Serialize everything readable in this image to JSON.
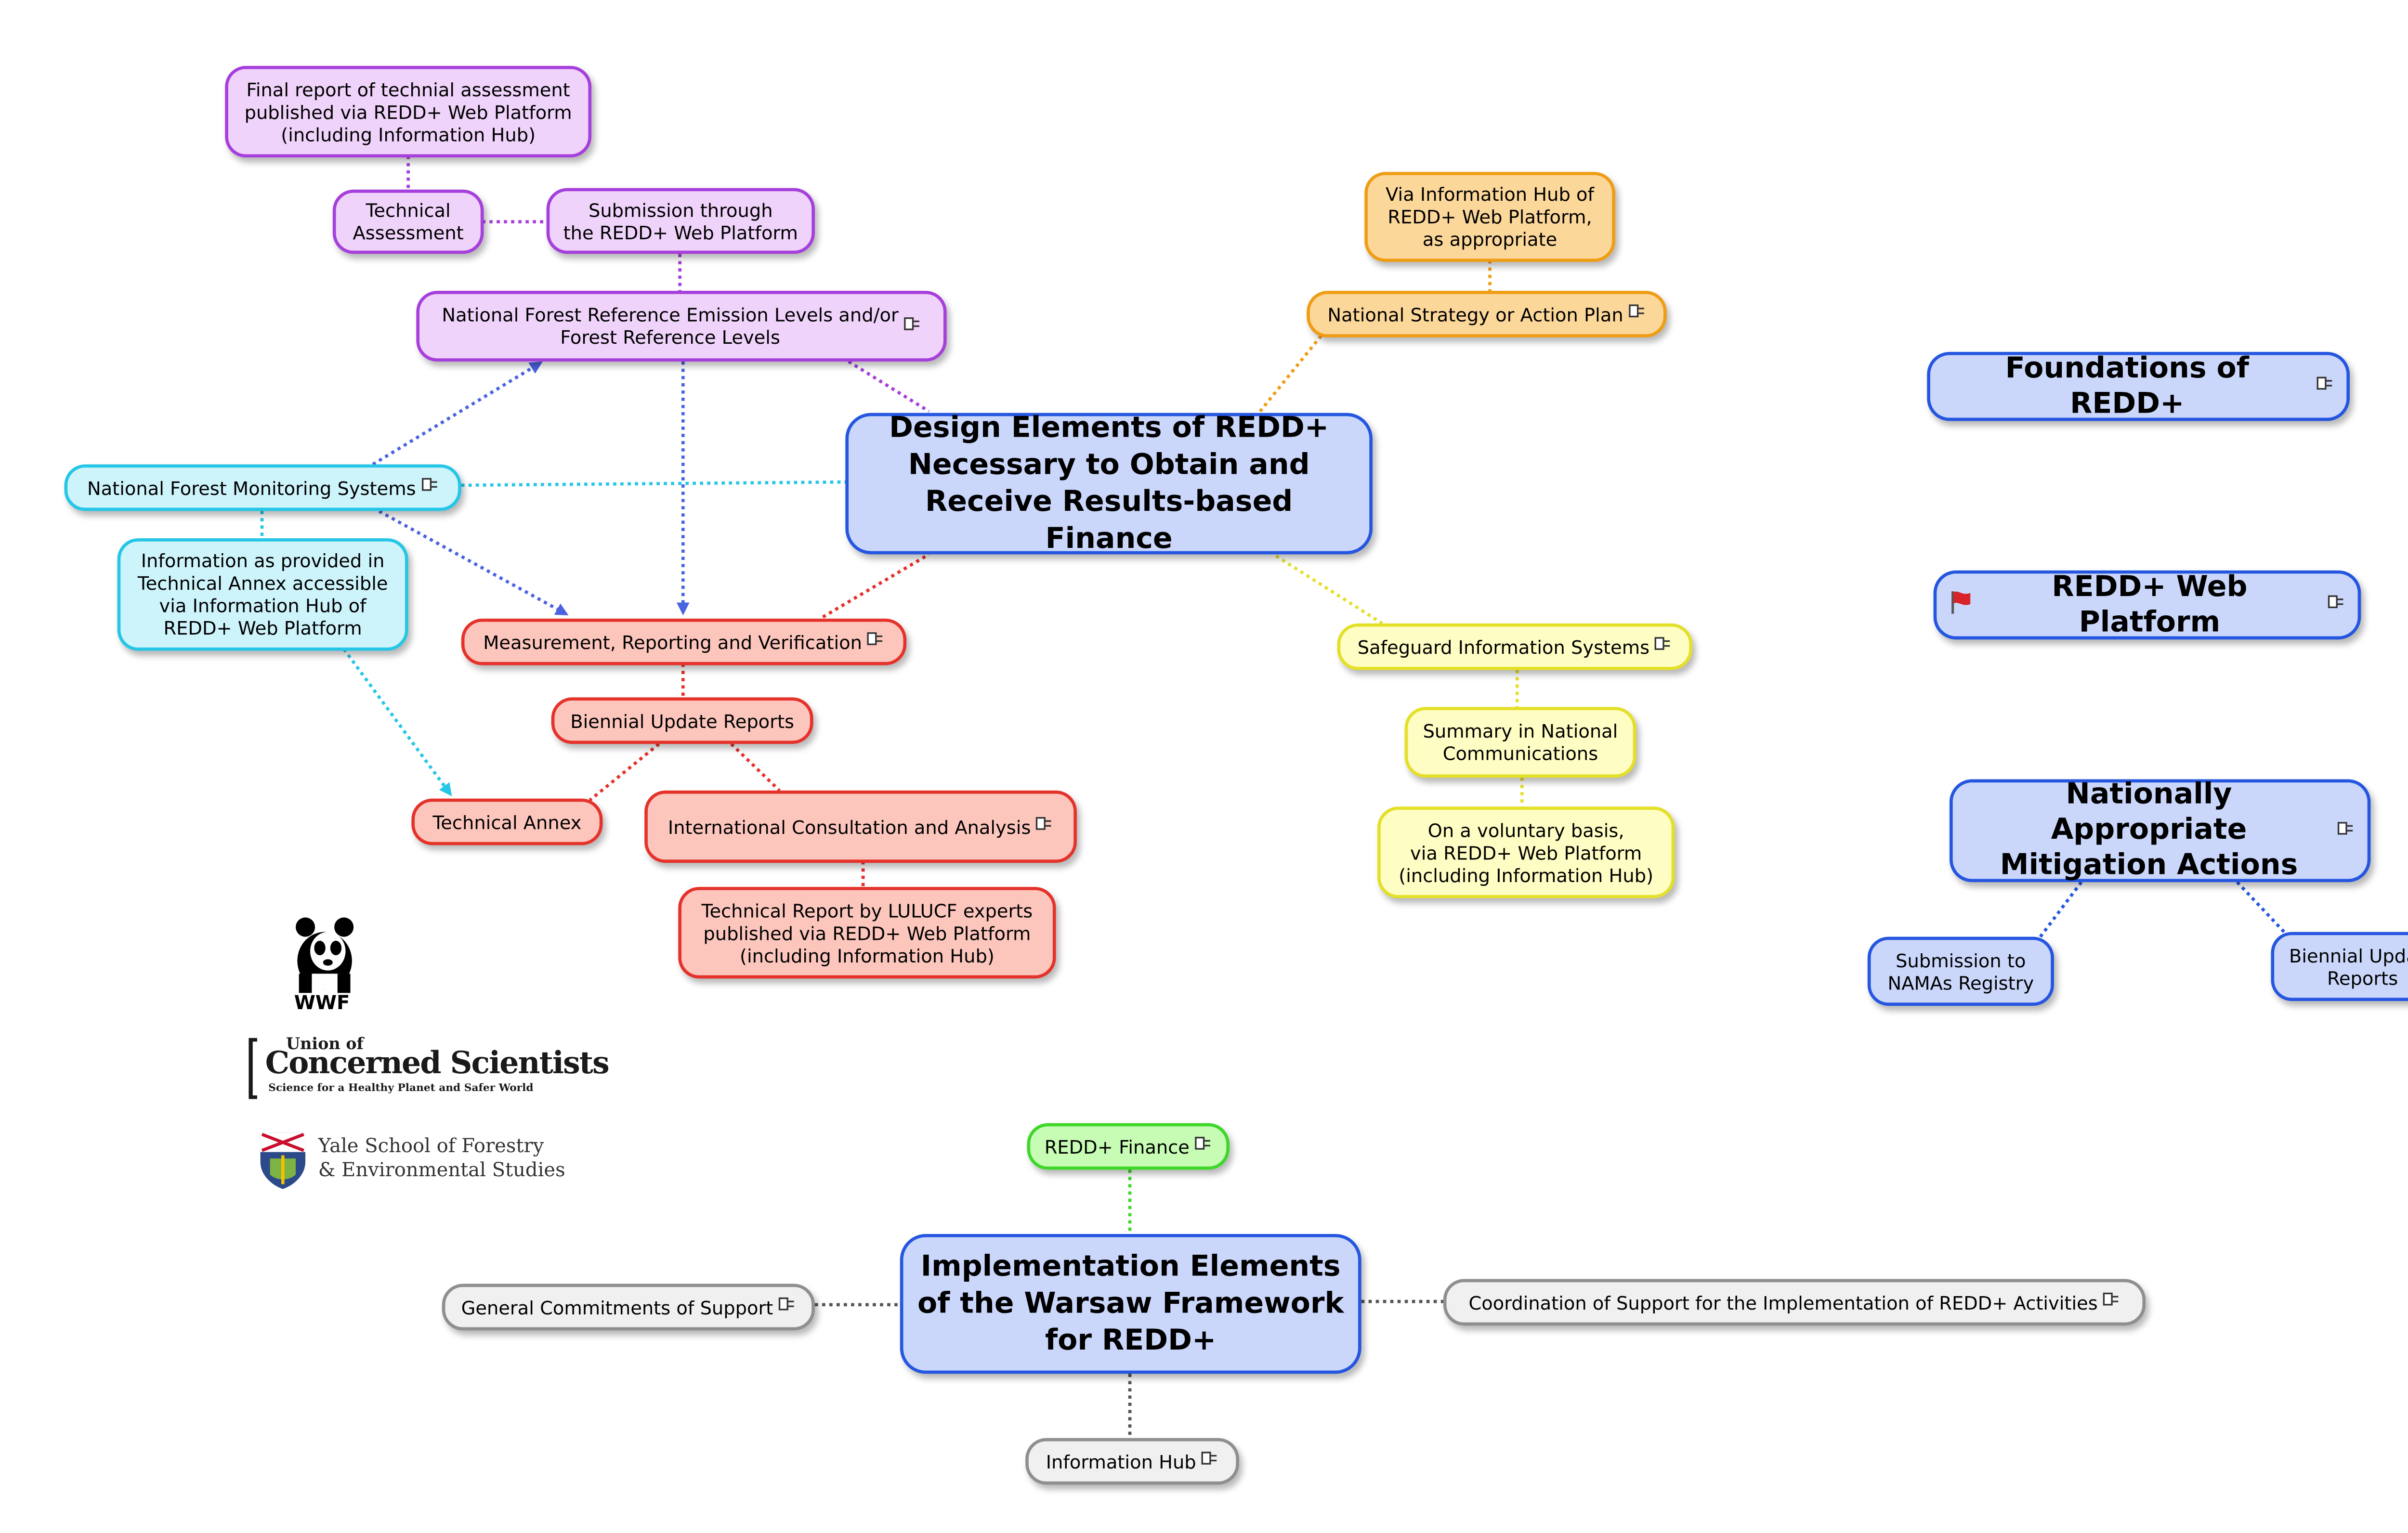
{
  "nodes": {
    "final_report": "Final report of technial assessment\npublished via REDD+ Web Platform\n(including Information Hub)",
    "technical_assessment": "Technical\nAssessment",
    "submission_web": "Submission through\nthe REDD+ Web Platform",
    "nfrel": "National Forest Reference Emission Levels and/or\nForest Reference Levels",
    "via_info_hub": "Via Information Hub of\nREDD+ Web Platform,\nas appropriate",
    "national_strategy": "National Strategy or Action Plan",
    "design_elements": "Design Elements of REDD+\nNecessary to Obtain and\nReceive Results-based Finance",
    "nfms": "National Forest Monitoring Systems",
    "info_annex": "Information as provided in\nTechnical Annex accessible\nvia Information Hub of\nREDD+ Web Platform",
    "mrv": "Measurement, Reporting and Verification",
    "bur": "Biennial Update Reports",
    "technical_annex": "Technical Annex",
    "ica": "International Consultation and Analysis",
    "lulucf_report": "Technical Report by LULUCF experts\npublished via REDD+ Web Platform\n(including Information Hub)",
    "sis": "Safeguard Information Systems",
    "summary_nc": "Summary in National\nCommunications",
    "voluntary": "On a voluntary basis,\nvia REDD+ Web Platform\n(including Information Hub)",
    "foundations": "Foundations of REDD+",
    "web_platform": "REDD+ Web Platform",
    "namas": "Nationally Appropriate\nMitigation Actions",
    "namas_registry": "Submission to\nNAMAs Registry",
    "bur_namas": "Biennial Update\nReports",
    "finance": "REDD+ Finance",
    "implementation": "Implementation Elements\nof the Warsaw Framework\nfor REDD+",
    "general_support": "General Commitments of Support",
    "coordination": "Coordination of Support for the Implementation of REDD+ Activities",
    "info_hub": "Information Hub"
  },
  "logos": {
    "wwf": "WWF",
    "ucs_line1": "Union of",
    "ucs_line2": "Concerned Scientists",
    "ucs_tagline": "Science for a Healthy Planet and Safer World",
    "yale_line1": "Yale School of Forestry",
    "yale_line2": "& Environmental Studies"
  },
  "icons": {
    "note": "note-icon",
    "flag": "red-flag-icon"
  },
  "colors": {
    "purple": "#a63fdb",
    "orange": "#ef9d15",
    "cyan": "#25c6e6",
    "red": "#e5322a",
    "yellow": "#e4e028",
    "blue": "#2556e0",
    "green": "#3ed72a",
    "gray": "#8f8f8f"
  }
}
